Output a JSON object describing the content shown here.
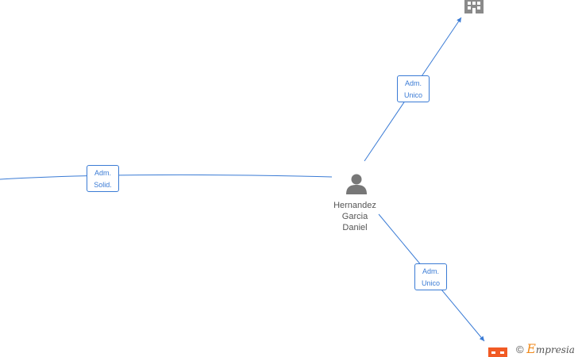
{
  "colors": {
    "edge": "#3a7bd5",
    "person_icon": "#777777",
    "company_icon_gray": "#8a8a8a",
    "company_icon_orange": "#f15a24"
  },
  "person": {
    "name_lines": [
      "Hernandez",
      "Garcia",
      "Daniel"
    ],
    "icon": "person-icon"
  },
  "edges": [
    {
      "label_lines": [
        "Adm.",
        "Solid."
      ]
    },
    {
      "label_lines": [
        "Adm.",
        "Unico"
      ]
    },
    {
      "label_lines": [
        "Adm.",
        "Unico"
      ]
    }
  ],
  "brand": {
    "copyright": "©",
    "initial": "E",
    "rest": "mpresia"
  }
}
